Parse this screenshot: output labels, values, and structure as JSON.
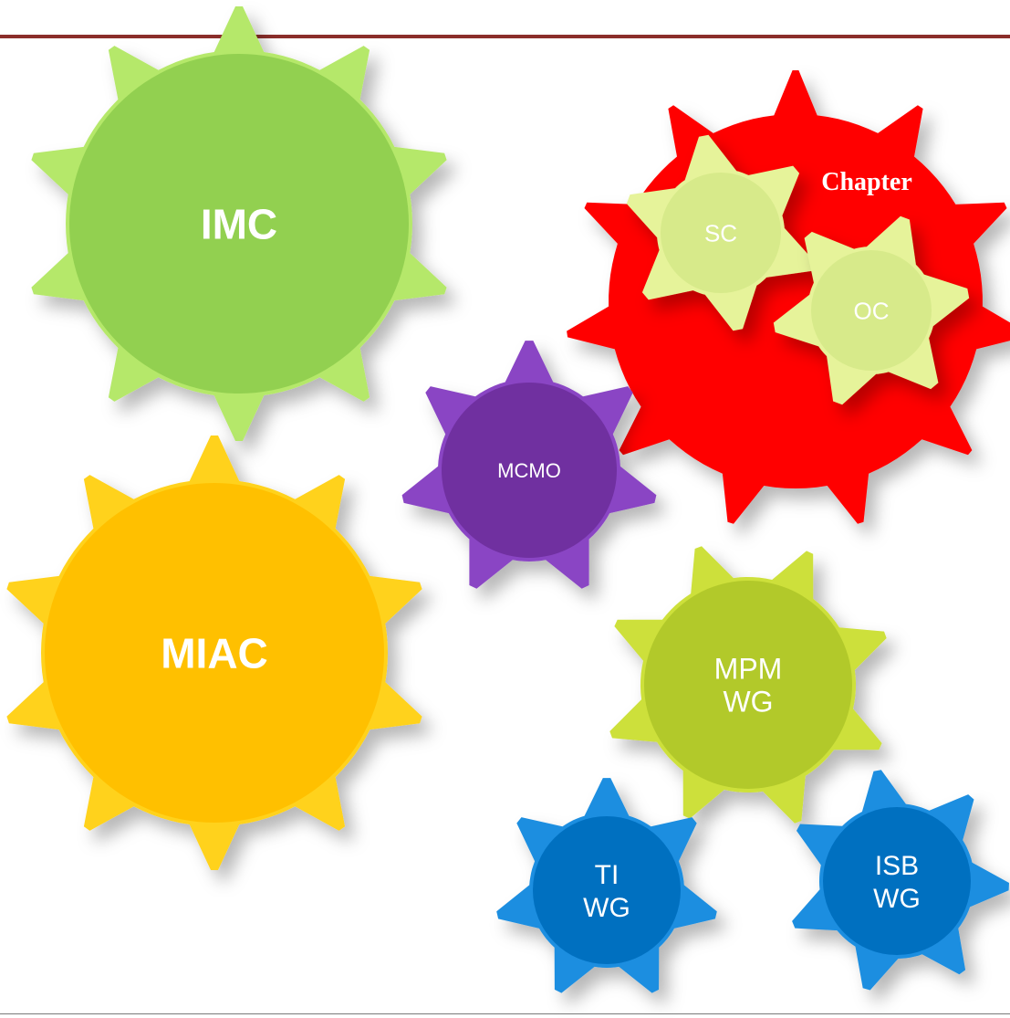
{
  "gears": [
    {
      "id": "imc",
      "lines": [
        "IMC"
      ],
      "color": "#92d050",
      "tooth": "#b5e86a",
      "bold": true
    },
    {
      "id": "chapter",
      "lines": [],
      "color": "#ff0000",
      "tooth": "#ff0000",
      "bold": false
    },
    {
      "id": "sc",
      "lines": [
        "SC"
      ],
      "color": "#d7ea8a",
      "tooth": "#e6f39a",
      "bold": false
    },
    {
      "id": "oc",
      "lines": [
        "OC"
      ],
      "color": "#d7ea8a",
      "tooth": "#e6f39a",
      "bold": false
    },
    {
      "id": "mcmo",
      "lines": [
        "MCMO"
      ],
      "color": "#7030a0",
      "tooth": "#8a45c4",
      "bold": false
    },
    {
      "id": "miac",
      "lines": [
        "MIAC"
      ],
      "color": "#ffc000",
      "tooth": "#ffd21a",
      "bold": true
    },
    {
      "id": "mpm-wg",
      "lines": [
        "MPM",
        "WG"
      ],
      "color": "#b2c92a",
      "tooth": "#cde03a",
      "bold": false
    },
    {
      "id": "ti-wg",
      "lines": [
        "TI",
        "WG"
      ],
      "color": "#0070c0",
      "tooth": "#1e8ee0",
      "bold": false
    },
    {
      "id": "isb-wg",
      "lines": [
        "ISB",
        "WG"
      ],
      "color": "#0070c0",
      "tooth": "#1e8ee0",
      "bold": false
    }
  ],
  "chapter_label": "Chapter",
  "colors": {
    "top_rule": "#8b2e2a",
    "bottom_rule": "#7a7a7a",
    "label": "#ffffff"
  }
}
